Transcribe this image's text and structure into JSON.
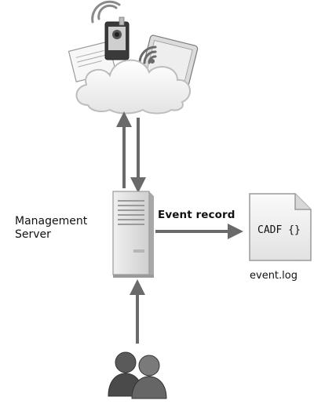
{
  "labels": {
    "management_server": [
      "Management",
      "Server"
    ],
    "event_record": "Event record",
    "cadf": "CADF {}",
    "event_log": "event.log"
  },
  "colors": {
    "arrow": "#6a6a6a",
    "cloud": "#f2f2f2",
    "cloud_stroke": "#c4c4c4",
    "server_front": "#e6e6e6",
    "server_side": "#bdbdbd",
    "document": "#f4f4f4",
    "person": "#555555"
  },
  "icons": [
    "cloud-icon",
    "mobile-devices-icon",
    "server-icon",
    "document-icon",
    "users-icon"
  ]
}
